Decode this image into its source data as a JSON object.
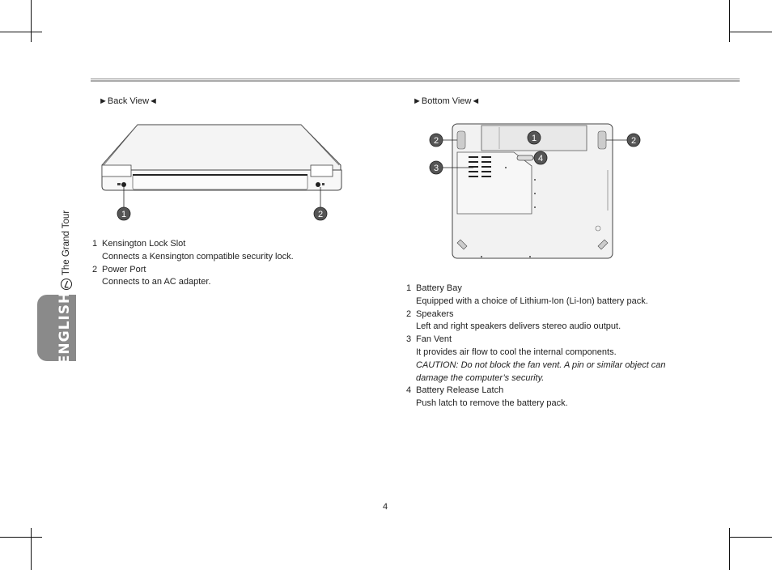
{
  "side": {
    "section_title": "The Grand Tour",
    "language_tab": "ENGLISH"
  },
  "back_view": {
    "title": "►Back View◄",
    "callouts": [
      "1",
      "2"
    ],
    "items": [
      {
        "num": "1",
        "name": "Kensington Lock Slot",
        "desc": "Connects a Kensington compatible security lock."
      },
      {
        "num": "2",
        "name": "Power Port",
        "desc": "Connects to an AC adapter."
      }
    ]
  },
  "bottom_view": {
    "title": "►Bottom View◄",
    "callouts": [
      "1",
      "2",
      "2",
      "3",
      "4"
    ],
    "items": [
      {
        "num": "1",
        "name": "Battery Bay",
        "desc": "Equipped with a choice of Lithium-Ion (Li-Ion) battery pack."
      },
      {
        "num": "2",
        "name": "Speakers",
        "desc": "Left and right speakers delivers stereo audio output."
      },
      {
        "num": "3",
        "name": "Fan Vent",
        "desc": "It provides air flow to cool the internal components.",
        "caution_line1": "CAUTION: Do not block the fan vent. A pin or similar object can",
        "caution_line2": "damage the computer’s security."
      },
      {
        "num": "4",
        "name": "Battery Release Latch",
        "desc": "Push latch to remove the battery pack."
      }
    ]
  },
  "page_number": "4"
}
